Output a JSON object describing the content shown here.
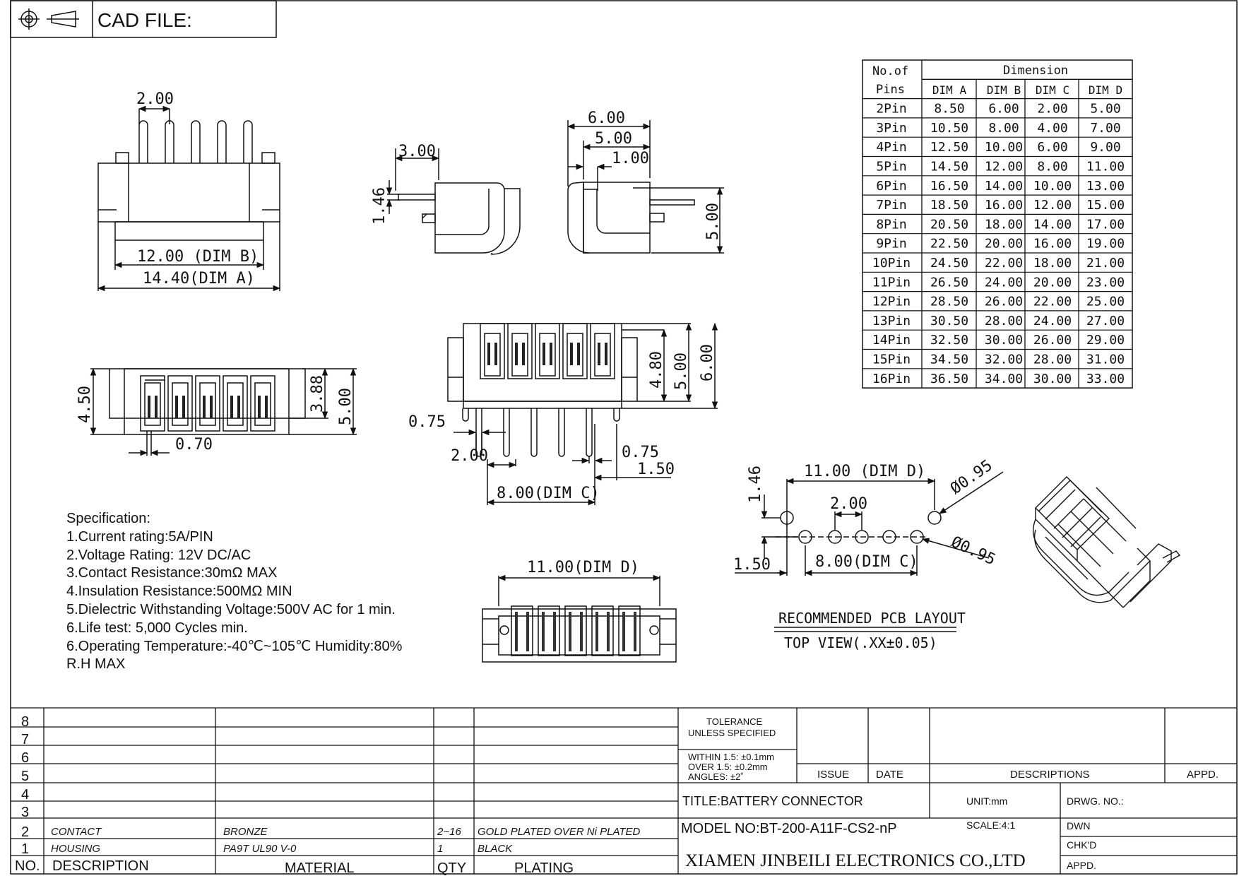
{
  "header": {
    "cad_label": "CAD FILE:"
  },
  "views": {
    "side": {
      "pitch": "2.00",
      "dim_b": "12.00 (DIM B)",
      "dim_a": "14.40(DIM A)"
    },
    "profile_left": {
      "w": "3.00",
      "h": "1.46"
    },
    "profile_right": {
      "w1": "6.00",
      "w2": "5.00",
      "w3": "1.00",
      "h": "5.00"
    },
    "top_small": {
      "h1": "4.50",
      "h2": "3.88",
      "h3": "5.00",
      "slot": "0.70"
    },
    "front": {
      "h1": "4.80",
      "h2": "5.00",
      "h3": "6.00",
      "pin_w": "0.75",
      "pitch": "2.00",
      "pin_w2": "0.75",
      "offset": "1.50",
      "dim_c": "8.00(DIM C)"
    },
    "bottom": {
      "dim_d": "11.00(DIM D)"
    },
    "pcb": {
      "dim_d": "11.00 (DIM D)",
      "pitch": "2.00",
      "dim_c": "8.00(DIM C)",
      "y_off": "1.46",
      "x_off": "1.50",
      "hole1": "Ø0.95",
      "hole2": "Ø0.95",
      "title": "RECOMMENDED PCB LAYOUT",
      "subtitle": "TOP VIEW(.XX±0.05)"
    }
  },
  "spec": {
    "lines": [
      "Specification:",
      "1.Current rating:5A/PIN",
      "2.Voltage Rating: 12V DC/AC",
      "3.Contact Resistance:30mΩ MAX",
      "4.Insulation Resistance:500MΩ MIN",
      "5.Dielectric Withstanding Voltage:500V AC for 1 min.",
      "6.Life test: 5,000 Cycles min.",
      "6.Operating Temperature:-40℃~105℃  Humidity:80%",
      "R.H MAX"
    ]
  },
  "dim_table": {
    "header_pins": "No.of",
    "header_pins2": "Pins",
    "header_dimension": "Dimension",
    "columns": [
      "DIM A",
      "DIM B",
      "DIM C",
      "DIM D"
    ],
    "rows": [
      [
        "2Pin",
        "8.50",
        "6.00",
        "2.00",
        "5.00"
      ],
      [
        "3Pin",
        "10.50",
        "8.00",
        "4.00",
        "7.00"
      ],
      [
        "4Pin",
        "12.50",
        "10.00",
        "6.00",
        "9.00"
      ],
      [
        "5Pin",
        "14.50",
        "12.00",
        "8.00",
        "11.00"
      ],
      [
        "6Pin",
        "16.50",
        "14.00",
        "10.00",
        "13.00"
      ],
      [
        "7Pin",
        "18.50",
        "16.00",
        "12.00",
        "15.00"
      ],
      [
        "8Pin",
        "20.50",
        "18.00",
        "14.00",
        "17.00"
      ],
      [
        "9Pin",
        "22.50",
        "20.00",
        "16.00",
        "19.00"
      ],
      [
        "10Pin",
        "24.50",
        "22.00",
        "18.00",
        "21.00"
      ],
      [
        "11Pin",
        "26.50",
        "24.00",
        "20.00",
        "23.00"
      ],
      [
        "12Pin",
        "28.50",
        "26.00",
        "22.00",
        "25.00"
      ],
      [
        "13Pin",
        "30.50",
        "28.00",
        "24.00",
        "27.00"
      ],
      [
        "14Pin",
        "32.50",
        "30.00",
        "26.00",
        "29.00"
      ],
      [
        "15Pin",
        "34.50",
        "32.00",
        "28.00",
        "31.00"
      ],
      [
        "16Pin",
        "36.50",
        "34.00",
        "30.00",
        "33.00"
      ]
    ]
  },
  "bom": {
    "rows": [
      {
        "no": "8",
        "desc": "",
        "material": "",
        "qty": "",
        "plating": ""
      },
      {
        "no": "7",
        "desc": "",
        "material": "",
        "qty": "",
        "plating": ""
      },
      {
        "no": "6",
        "desc": "",
        "material": "",
        "qty": "",
        "plating": ""
      },
      {
        "no": "5",
        "desc": "",
        "material": "",
        "qty": "",
        "plating": ""
      },
      {
        "no": "4",
        "desc": "",
        "material": "",
        "qty": "",
        "plating": ""
      },
      {
        "no": "3",
        "desc": "",
        "material": "",
        "qty": "",
        "plating": ""
      },
      {
        "no": "2",
        "desc": "CONTACT",
        "material": "BRONZE",
        "qty": "2~16",
        "plating": "GOLD PLATED OVER Ni PLATED"
      },
      {
        "no": "1",
        "desc": "HOUSING",
        "material": "PA9T UL90 V-0",
        "qty": "1",
        "plating": "BLACK"
      }
    ],
    "header": {
      "no": "NO.",
      "desc": "DESCRIPTION",
      "material": "MATERIAL",
      "qty": "QTY",
      "plating": "PLATING"
    }
  },
  "title_block": {
    "tolerance_1": "TOLERANCE",
    "tolerance_2": "UNLESS SPECIFIED",
    "tol_within": "WITHIN 1.5: ±0.1mm",
    "tol_over": "OVER 1.5:  ±0.2mm",
    "tol_angles": "ANGLES: ±2˚",
    "issue": "ISSUE",
    "date": "DATE",
    "descriptions": "DESCRIPTIONS",
    "appd_top": "APPD.",
    "title": "TITLE:BATTERY CONNECTOR",
    "model": "MODEL NO:BT-200-A11F-CS2-nP",
    "unit": "UNIT:mm",
    "scale": "SCALE:4:1",
    "drwg": "DRWG. NO.:",
    "dwn": "DWN",
    "chkd": "CHK'D",
    "appd": "APPD.",
    "company": "XIAMEN JINBEILI ELECTRONICS CO.,LTD"
  }
}
